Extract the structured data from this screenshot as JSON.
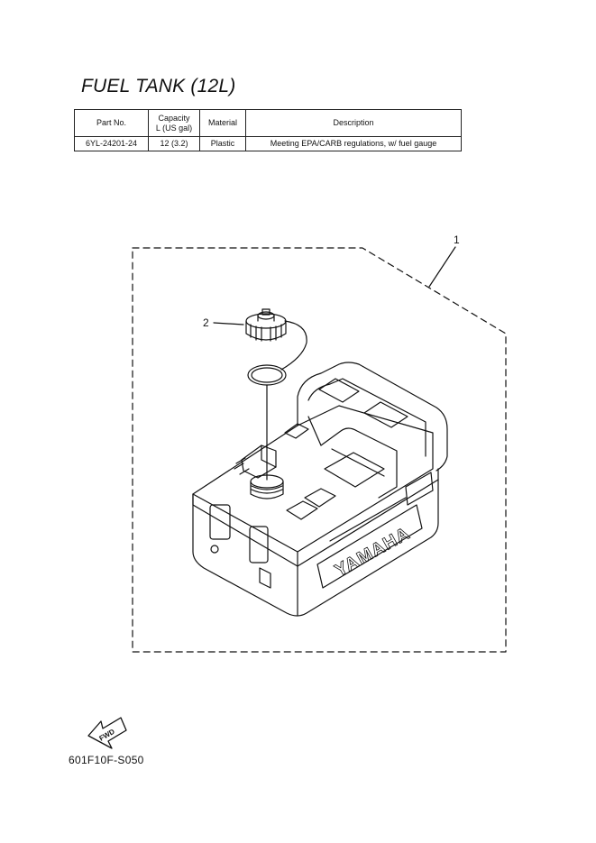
{
  "title": "FUEL TANK (12L)",
  "table": {
    "headers": [
      "Part No.",
      "Capacity",
      "L (US gal)",
      "Material",
      "Description"
    ],
    "row": [
      "6YL-24201-24",
      "12 (3.2)",
      "Plastic",
      "Meeting EPA/CARB regulations, w/ fuel gauge"
    ]
  },
  "callouts": {
    "tank": "1",
    "cap": "2"
  },
  "brand_text": "YAMAHA",
  "fwd_label": "FWD",
  "drawing_code": "601F10F-S050"
}
